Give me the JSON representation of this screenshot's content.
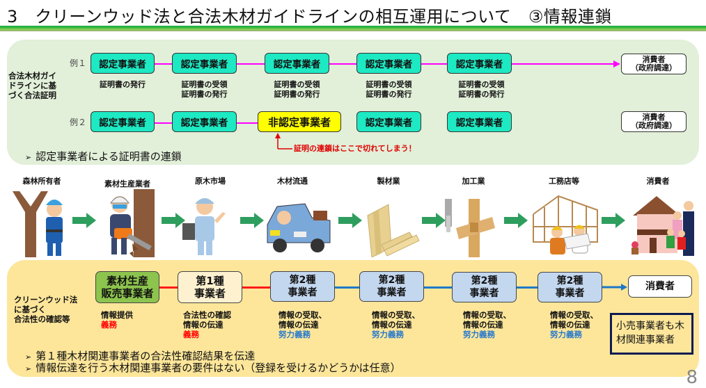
{
  "title": "3　クリーンウッド法と合法木材ガイドラインの相互運用について　③情報連鎖",
  "page_number": "8",
  "guideline_section": {
    "side_label": [
      "合法木材ガイ",
      "ドラインに基",
      "づく合法証明"
    ],
    "example1": {
      "label": "例１",
      "boxes": [
        "認定事業者",
        "認定事業者",
        "認定事業者",
        "認定事業者",
        "認定事業者"
      ],
      "captions": [
        [
          "証明書の発行"
        ],
        [
          "証明書の受領",
          "証明書の発行"
        ],
        [
          "証明書の受領",
          "証明書の発行"
        ],
        [
          "証明書の受領",
          "証明書の発行"
        ],
        [
          "証明書の受領",
          "証明書の発行"
        ]
      ],
      "consumer": [
        "消費者",
        "（政府調達）"
      ]
    },
    "example2": {
      "label": "例２",
      "boxes": [
        "認定事業者",
        "認定事業者",
        "非認定事業者",
        "認定事業者",
        "認定事業者"
      ],
      "consumer": [
        "消費者",
        "（政府調達）"
      ],
      "break_note": "証明の連鎖はここで切れてしまう！"
    },
    "bullet": "認定事業者による証明書の連鎖",
    "colors": {
      "certified": "#1de9c3",
      "non_certified": "#ffff00",
      "chain_line": "#ff00ff",
      "break_note": "#e00000"
    }
  },
  "supply_chain": {
    "stages": [
      {
        "label": "森林所有者",
        "icon": "forest-owner-illustration"
      },
      {
        "label": "素材生産業者",
        "icon": "logger-illustration"
      },
      {
        "label": "原木市場",
        "icon": "log-market-illustration"
      },
      {
        "label": "木材流通",
        "icon": "timber-truck-illustration"
      },
      {
        "label": "製材業",
        "icon": "lumber-illustration"
      },
      {
        "label": "加工業",
        "icon": "processed-joint-illustration"
      },
      {
        "label": "工務店等",
        "icon": "builder-illustration"
      },
      {
        "label": "消費者",
        "icon": "family-house-illustration"
      }
    ],
    "arrow_color": "#2e9e5e"
  },
  "cleanwood_section": {
    "side_label": [
      "クリーンウッド法",
      "に基づく",
      "合法性の確認等"
    ],
    "entities": [
      {
        "name": [
          "素材生産",
          "販売事業者"
        ],
        "style": "green",
        "captions": [
          "情報提供"
        ],
        "duty": "義務",
        "duty_color": "red"
      },
      {
        "name": [
          "第1種",
          "事業者"
        ],
        "style": "cream",
        "captions": [
          "合法性の確認",
          "情報の伝達"
        ],
        "duty": "義務",
        "duty_color": "red"
      },
      {
        "name": [
          "第2種",
          "事業者"
        ],
        "style": "blue",
        "captions": [
          "情報の受取、",
          "情報の伝達"
        ],
        "duty": "努力義務",
        "duty_color": "blue"
      },
      {
        "name": [
          "第2種",
          "事業者"
        ],
        "style": "blue",
        "captions": [
          "情報の受取、",
          "情報の伝達"
        ],
        "duty": "努力義務",
        "duty_color": "blue"
      },
      {
        "name": [
          "第2種",
          "事業者"
        ],
        "style": "blue",
        "captions": [
          "情報の受取、",
          "情報の伝達"
        ],
        "duty": "努力義務",
        "duty_color": "blue"
      },
      {
        "name": [
          "第2種",
          "事業者"
        ],
        "style": "blue",
        "captions": [
          "情報の受取、",
          "情報の伝達"
        ],
        "duty": "努力義務",
        "duty_color": "blue"
      }
    ],
    "consumer": "消費者",
    "retail_note": [
      "小売事業者も木",
      "材関連事業者"
    ],
    "bullets": [
      "第１種木材関連事業者の合法性確認結果を伝達",
      "情報伝達を行う木材関連事業者の要件はない（登録を受けるかどうかは任意）"
    ],
    "colors": {
      "obligation": "#ff0000",
      "effort_obligation": "#2a7acb",
      "panel": "#fde69a"
    }
  }
}
